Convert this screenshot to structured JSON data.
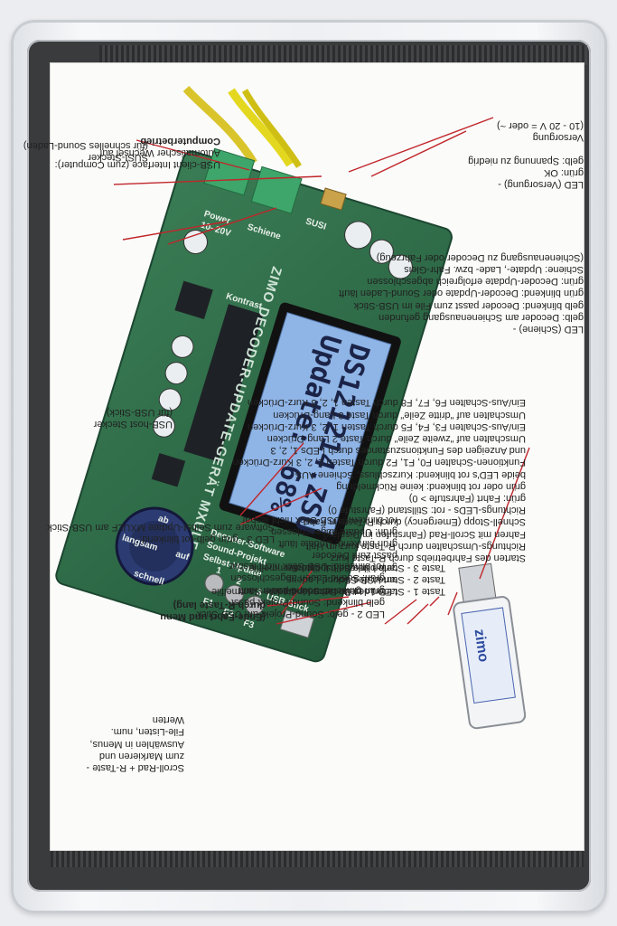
{
  "lcd": {
    "line1": "DS121214.ZSU",
    "line2": "Update:",
    "percent": "68%"
  },
  "board": {
    "title": "ZIMO DECODER-UPDATE-GERÄT MXULF",
    "usb_stick_label": "USB-Stick",
    "power_label": "Power",
    "track_label": "Schiene",
    "voltage_label": "10–20V",
    "kontrast_label": "Kontrast",
    "decoder_update_label": "Decoder-Software",
    "sound_project_label": "Sound-Projekt",
    "self_update_label": "Selbst-Update",
    "susi_label": "SUSI",
    "knob_top": "ab",
    "knob_left": "langsam",
    "knob_right": "auf",
    "knob_bottom": "schnell",
    "key_labels": [
      "F1",
      "F2",
      "F3"
    ],
    "led_labels": [
      "1",
      "2",
      "3"
    ]
  },
  "stick": {
    "brand": "zimo"
  },
  "annotations": {
    "susi": [
      "SUSI-Stecker",
      "(für schnelles Sound-Laden)"
    ],
    "usb_client": [
      "USB-client Interface (zum Computer):",
      "Automatischer Wechsel auf",
      "Computerbetrieb"
    ],
    "versorgung": [
      "Versorgung",
      "(10 - 20 V = oder ~)"
    ],
    "led_versorgung": [
      "LED (Versorgung) -",
      "grün: OK",
      "gelb: Spannung zu niedrig"
    ],
    "led_schiene": [
      "LED (Schiene) -",
      "gelb: Decoder am Schienenausgang gefunden",
      "gelb blinkend: Decoder passt zum File im USB-Stick",
      "grün blinkend: Decoder-Update oder Sound-Laden läuft",
      "grün: Decoder-Update erfolgreich abgeschlossen",
      "",
      "Schiene: Update-, Lade- bzw. Fahr-Gleis",
      "(Schienenausgang zu Decoder oder Fahrzeug)"
    ],
    "usb_host": [
      "USB-host Stecker",
      "(für USB-Stick)"
    ],
    "fahrbetrieb": [
      "Starten des Fahrbetriebs durch R-Taste kurz",
      "Richtungs-Umschalten durch R-Taste kurz im Halt",
      "Fahren mit Scroll-Rad (Fahrstufen im Display)",
      "Schnell-Stopp (Emergency) durch R-Taste in Fahrt",
      "Richtungs-LEDs - rot: Stillstand (Fahrstufe 0)",
      "grün: Fahrt (Fahrstufe > 0)",
      "grün oder rot blinkend: keine Rückmeldung",
      "beide LED's rot blinkend: Kurzschluss, Schiene AUS",
      "Funktionen-Schalten F0, F1, F2 durch Tasten 1, 2, 3 Kurz-Drücken",
      "und Anzeigen des Funktionszustandes durch LEDs 1, 2, 3",
      "Umschalten auf \"zweite Zeile\" durch Taste 2 Lang-Drücken",
      "Ein/Aus-Schalten F3, F4, F5 durch Tasten 1, 2, 3 Kurz-Drücken",
      "Umschalten auf \"dritte Zeile\" durch Taste 3 Lang-Drücken",
      "Ein/Aus-Schalten F6, F7, F8 durch Tasten 1, 2, 3 Kurz-Drücken"
    ],
    "ende_fahrt": [
      "(Ende-Fahrt und Menu",
      "durch R-Taste lang)"
    ],
    "led3": [
      "LED 3 - grün gelb-rot blinkend:",
      "Software zum Selbst-Update MXULF am USB-Stick"
    ],
    "led2": [
      "LED 2 - gelb: Sound-Projekt am USB-Stick",
      "gelb blinkend: Sound-Projekt passt",
      "grün blinkend: Sound-Laden läuft",
      "grün: Sound-Laden abgeschlossen",
      "rot blinkend: USB-Stick nicht lesbar"
    ],
    "led1": [
      "LED 1 - gelb: Decoder-Update-Sammelfile",
      "am USB-Stick",
      "gelb blinkend: Update-Sammelfile",
      "passt zum Decoder",
      "grün blinkend: Update läuft",
      "grün: Update abgeschlossen",
      "rot blinkend: USB-Stick nicht lesbar"
    ],
    "tasten": [
      "Taste 1 - Starten des Decoder-Updates",
      "Taste 2 - Starten des Sound-Ladens",
      "Taste 3 - Starten des Selbst-Update"
    ],
    "scroll_rad": [
      "Scroll-Rad + R-Taste -",
      "zum Markieren und",
      "Auswählen in Menus,",
      "File-Listen, num.",
      "Werten"
    ]
  },
  "colors": {
    "pcb": "#2e6b48",
    "lcd": "#8fb4e6",
    "leader_line": "#c0262a",
    "terminal": "#3ea66a",
    "wire": "#e0d21a"
  }
}
